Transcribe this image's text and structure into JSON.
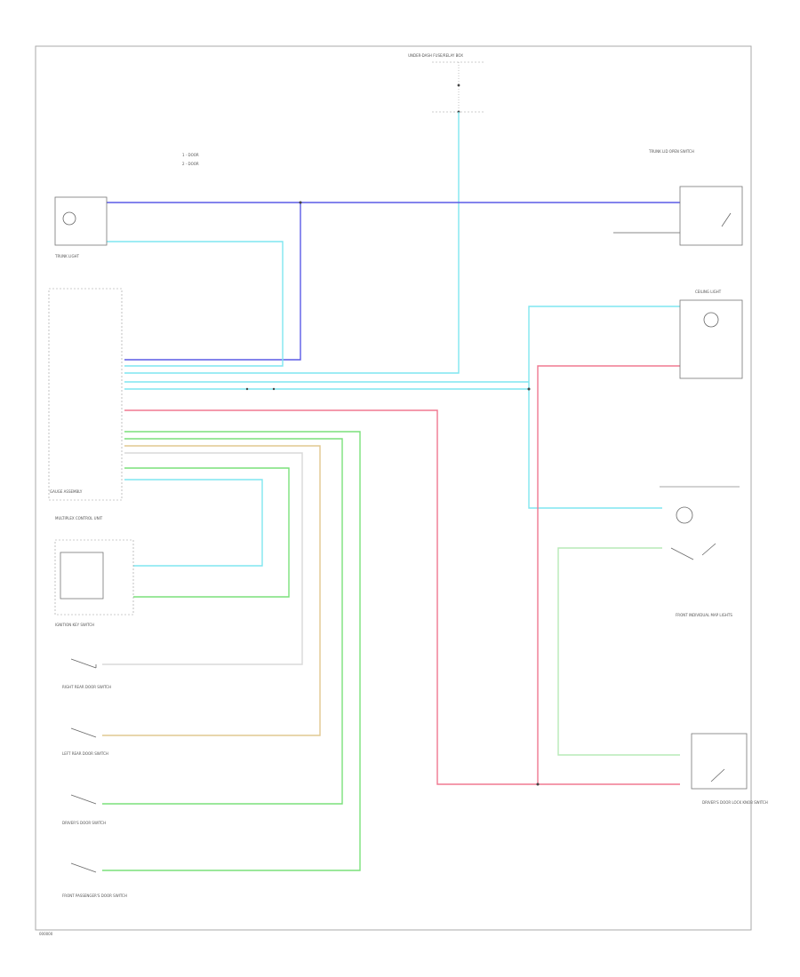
{
  "legend": [
    "1 - DOOR",
    "2 - DOOR"
  ],
  "wire_colors": {
    "blue": "#5a5ae6",
    "lightblue": "#7fe6f0",
    "pink": "#f07890",
    "green": "#7ae07a",
    "tan": "#e0c890",
    "gray": "#d8d8d8",
    "black": "#444444"
  },
  "components": {
    "fuse_box": "UNDER-DASH FUSE/RELAY BOX",
    "trunk_light": "TRUNK LIGHT",
    "trunk_switch": "TRUNK LID OPEN SWITCH",
    "gauge_assembly": "GAUGE ASSEMBLY",
    "multiplex": "MULTIPLEX CONTROL UNIT",
    "key_switch": "IGNITION KEY SWITCH",
    "rear_right_door": "RIGHT REAR DOOR SWITCH",
    "rear_left_door": "LEFT REAR DOOR SWITCH",
    "driver_door": "DRIVER'S DOOR SWITCH",
    "front_passenger_door": "FRONT PASSENGER'S DOOR SWITCH",
    "dome_light": "CEILING LIGHT",
    "spotlight": "FRONT INDIVIDUAL MAP LIGHTS",
    "door_lock": "DRIVER'S DOOR LOCK KNOB SWITCH"
  },
  "footer": "000000"
}
